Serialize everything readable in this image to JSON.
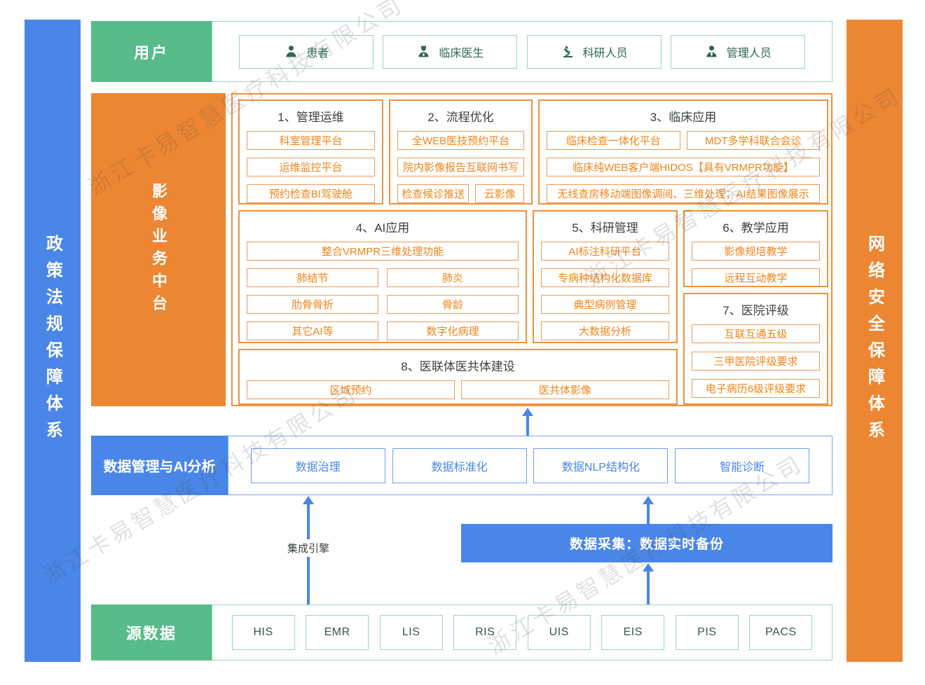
{
  "watermark": {
    "text": "浙江卡易智慧医疗科技有限公司"
  },
  "side_bars": {
    "left": "政策法规保障体系",
    "right": "网络安全保障体系"
  },
  "users_row": {
    "label": "用户",
    "items": [
      {
        "label": "患者",
        "icon": "patient-icon"
      },
      {
        "label": "临床医生",
        "icon": "doctor-icon"
      },
      {
        "label": "科研人员",
        "icon": "microscope-icon"
      },
      {
        "label": "管理人员",
        "icon": "manager-icon"
      }
    ]
  },
  "platform": {
    "label": "影像业务中台",
    "sections": {
      "s1": {
        "title": "1、管理运维",
        "items": [
          "科室管理平台",
          "运维监控平台",
          "预约检查BI驾驶舱"
        ]
      },
      "s2": {
        "title": "2、流程优化",
        "items": [
          "全WEB医技预约平台",
          "院内影像报告互联网书写",
          "检查候诊推送",
          "云影像"
        ]
      },
      "s3": {
        "title": "3、临床应用",
        "items": [
          "临床检查一体化平台",
          "MDT多学科联合会诊",
          "临床纯WEB客户端HIDOS【具有VRMPR功能】",
          "无线查房移动端图像调阅、三维处理；AI结果图像展示"
        ]
      },
      "s4": {
        "title": "4、AI应用",
        "items": [
          "整合VRMPR三维处理功能",
          "肺结节",
          "肺炎",
          "肋骨骨折",
          "骨龄",
          "其它AI等",
          "数字化病理"
        ]
      },
      "s5": {
        "title": "5、科研管理",
        "items": [
          "AI标注科研平台",
          "专病种结构化数据库",
          "典型病例管理",
          "大数据分析"
        ]
      },
      "s6": {
        "title": "6、教学应用",
        "items": [
          "影像规培教学",
          "远程互动教学"
        ]
      },
      "s7": {
        "title": "7、医院评级",
        "items": [
          "互联互通五级",
          "三甲医院评级要求",
          "电子病历6级评级要求"
        ]
      },
      "s8": {
        "title": "8、医联体医共体建设",
        "items": [
          "区域预约",
          "医共体影像"
        ]
      }
    }
  },
  "data_mgmt": {
    "label": "数据管理与AI分析",
    "items": [
      "数据治理",
      "数据标准化",
      "数据NLP结构化",
      "智能诊断"
    ]
  },
  "integration": {
    "engine_label": "集成引擎",
    "collect_label": "数据采集：数据实时备份"
  },
  "source_row": {
    "label": "源数据",
    "items": [
      "HIS",
      "EMR",
      "LIS",
      "RIS",
      "UIS",
      "EIS",
      "PIS",
      "PACS"
    ]
  },
  "colors": {
    "green": "#57bb8a",
    "green_border": "#9ad7b9",
    "green_dark": "#2d6650",
    "orange": "#ed8633",
    "orange_border": "#f0913f",
    "orange_text": "#f08519",
    "blue": "#4a86e8",
    "blue_border": "#6f9ff0",
    "title_text": "#3c4043"
  }
}
